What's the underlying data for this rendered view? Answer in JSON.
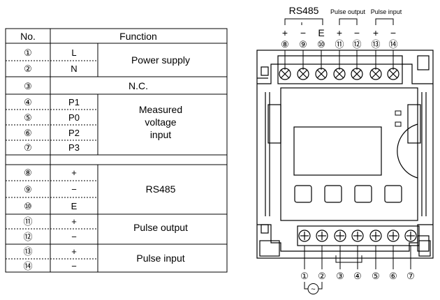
{
  "table": {
    "headers": {
      "no": "No.",
      "function": "Function"
    },
    "rows": [
      {
        "no": "①",
        "code": "L"
      },
      {
        "no": "②",
        "code": "N"
      },
      {
        "no": "③",
        "code": ""
      },
      {
        "no": "④",
        "code": "P1"
      },
      {
        "no": "⑤",
        "code": "P0"
      },
      {
        "no": "⑥",
        "code": "P2"
      },
      {
        "no": "⑦",
        "code": "P3"
      },
      {
        "no": "⑧",
        "code": "+"
      },
      {
        "no": "⑨",
        "code": "−"
      },
      {
        "no": "⑩",
        "code": "E"
      },
      {
        "no": "⑪",
        "code": "+"
      },
      {
        "no": "⑫",
        "code": "−"
      },
      {
        "no": "⑬",
        "code": "+"
      },
      {
        "no": "⑭",
        "code": "−"
      }
    ],
    "functions": {
      "power_supply": "Power supply",
      "nc": "N.C.",
      "measured_1": "Measured",
      "measured_2": "voltage",
      "measured_3": "input",
      "rs485": "RS485",
      "pulse_output": "Pulse output",
      "pulse_input": "Pulse input"
    }
  },
  "device": {
    "top_labels": {
      "rs485": "RS485",
      "pulse_output": "Pulse output",
      "pulse_input": "Pulse input"
    },
    "top_signs": [
      "+",
      "−",
      "E",
      "+",
      "−",
      "+",
      "−"
    ],
    "top_numbers": [
      "⑧",
      "⑨",
      "⑩",
      "⑪",
      "⑫",
      "⑬",
      "⑭"
    ],
    "bottom_numbers": [
      "①",
      "②",
      "③",
      "④",
      "⑤",
      "⑥",
      "⑦"
    ],
    "ac_symbol": "~"
  }
}
